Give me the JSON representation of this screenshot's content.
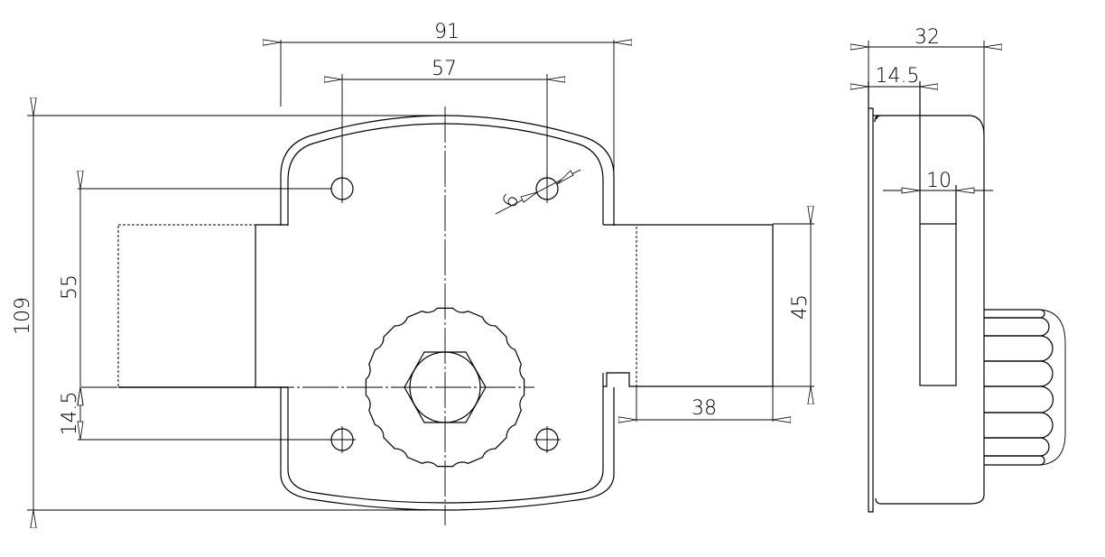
{
  "drawing": {
    "front_view": {
      "overall_width": "91",
      "hole_spacing_horizontal": "57",
      "overall_height": "109",
      "hole_spacing_vertical": "55",
      "hole_to_axis": "14.5",
      "hole_diameter": "6",
      "bolt_height": "45",
      "bolt_throw": "38"
    },
    "side_view": {
      "depth": "32",
      "slot_offset": "14.5",
      "slot_width": "10"
    }
  }
}
